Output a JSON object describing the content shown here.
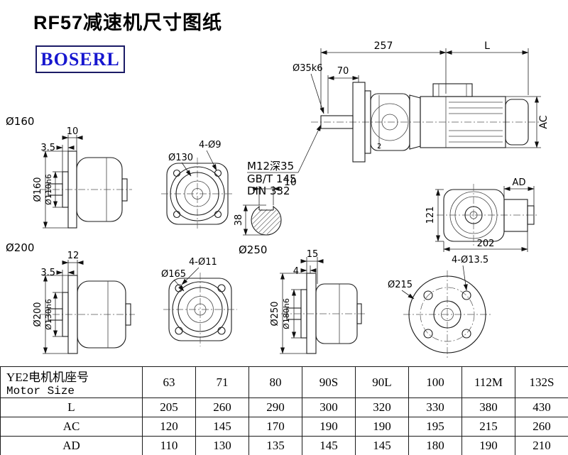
{
  "page": {
    "title": "RF57减速机尺寸图纸",
    "logo": "BOSERL"
  },
  "drawings": {
    "main": {
      "dim_257": "257",
      "dim_L": "L",
      "dim_70": "70",
      "shaft_dia": "Ø35k6",
      "dim_AC": "AC",
      "dim_2": "2"
    },
    "flange160": {
      "label": "Ø160",
      "dim_10": "10",
      "dim_3_5": "3.5",
      "dia_outer": "Ø160",
      "dia_inner": "Ø110h6"
    },
    "flange130": {
      "dia": "Ø130",
      "holes": "4-Ø9"
    },
    "tap_note": {
      "line1": "M12深35",
      "line2": "GB/T 145",
      "line3": "DIN 332"
    },
    "shaft_section": {
      "key_width": "10",
      "dia": "38"
    },
    "motor_view": {
      "dim_AD": "AD",
      "dim_121": "121",
      "dim_202": "202"
    },
    "flange200": {
      "label": "Ø200",
      "dim_12": "12",
      "dim_3_5": "3.5",
      "dia_outer": "Ø200",
      "dia_inner": "Ø130h6"
    },
    "flange165": {
      "dia": "Ø165",
      "holes": "4-Ø11"
    },
    "flange250": {
      "label": "Ø250",
      "dim_15": "15",
      "dim_4": "4",
      "dia_outer": "Ø250",
      "dia_inner": "Ø180h6"
    },
    "flange215": {
      "dia": "Ø215",
      "holes": "4-Ø13.5"
    }
  },
  "table": {
    "header": {
      "line1": "YE2电机机座号",
      "line2": "Motor Size"
    },
    "sizes": [
      "63",
      "71",
      "80",
      "90S",
      "90L",
      "100",
      "112M",
      "132S"
    ],
    "rows": [
      {
        "label": "L",
        "values": [
          "205",
          "260",
          "290",
          "300",
          "320",
          "330",
          "380",
          "430"
        ]
      },
      {
        "label": "AC",
        "values": [
          "120",
          "145",
          "170",
          "190",
          "190",
          "195",
          "215",
          "260"
        ]
      },
      {
        "label": "AD",
        "values": [
          "110",
          "130",
          "135",
          "145",
          "145",
          "180",
          "190",
          "210"
        ]
      }
    ]
  }
}
